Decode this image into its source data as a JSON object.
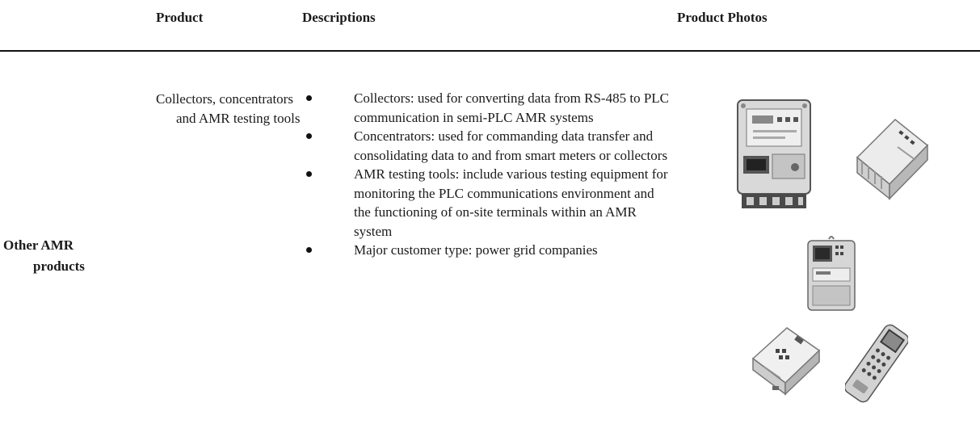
{
  "header": {
    "product": "Product",
    "descriptions": "Descriptions",
    "photos": "Product Photos"
  },
  "row": {
    "category_line1": "Other AMR",
    "category_line2": "products",
    "product": "Collectors, concentrators and AMR testing tools",
    "bullets": [
      "Collectors: used for converting data from RS-485 to PLC communication in semi-PLC AMR systems",
      "Concentrators: used for commanding data transfer and consolidating data to and from smart meters or collectors",
      "AMR testing tools: include various testing equipment for monitoring the PLC communications environment and the functioning of on-site terminals within an AMR system",
      "Major customer type: power grid companies"
    ],
    "photos": [
      "collector-meter",
      "concentrator-module",
      "data-concentrator-terminal",
      "collector-box",
      "handheld-tester"
    ]
  }
}
